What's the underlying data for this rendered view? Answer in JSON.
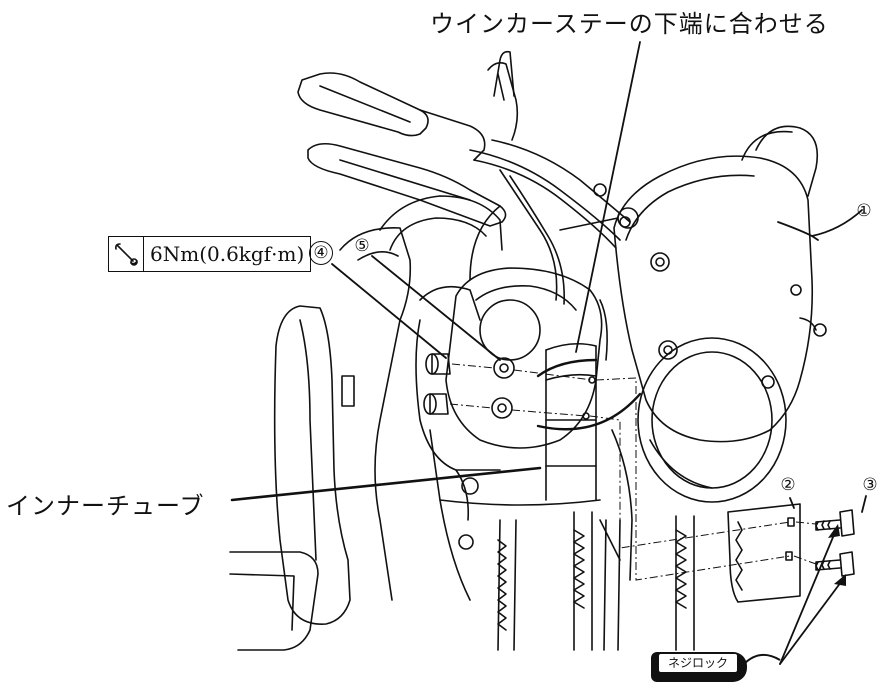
{
  "annotations": {
    "top_note": "ウインカーステーの下端に合わせる",
    "side_note": "インナーチューブ"
  },
  "torque": {
    "value": "6Nm(0.6kgf·m)",
    "icon": "wrench-icon"
  },
  "callouts": {
    "c1": "①",
    "c2": "②",
    "c3": "③",
    "c4": "④",
    "c5": "⑤"
  },
  "thread_lock": {
    "label": "ネジロック"
  },
  "colors": {
    "ink": "#111111",
    "paper": "#ffffff"
  }
}
